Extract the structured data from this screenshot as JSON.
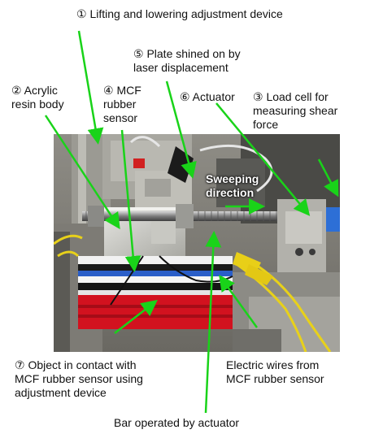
{
  "labels": {
    "l1": "① Lifting and lowering adjustment device",
    "l5": "⑤ Plate shined on by\nlaser displacement",
    "l2": "② Acrylic\nresin body",
    "l4": "④ MCF\nrubber\nsensor",
    "l6": "⑥ Actuator",
    "l3": "③ Load cell for\nmeasuring shear\nforce",
    "sweep": "Sweeping\ndirection",
    "l7": "⑦ Object in contact with\nMCF rubber sensor using\nadjustment device",
    "wires": "Electric wires from\nMCF rubber sensor",
    "bar": "Bar operated by actuator"
  },
  "colors": {
    "arrow": "#19d319",
    "background": "#ffffff"
  }
}
